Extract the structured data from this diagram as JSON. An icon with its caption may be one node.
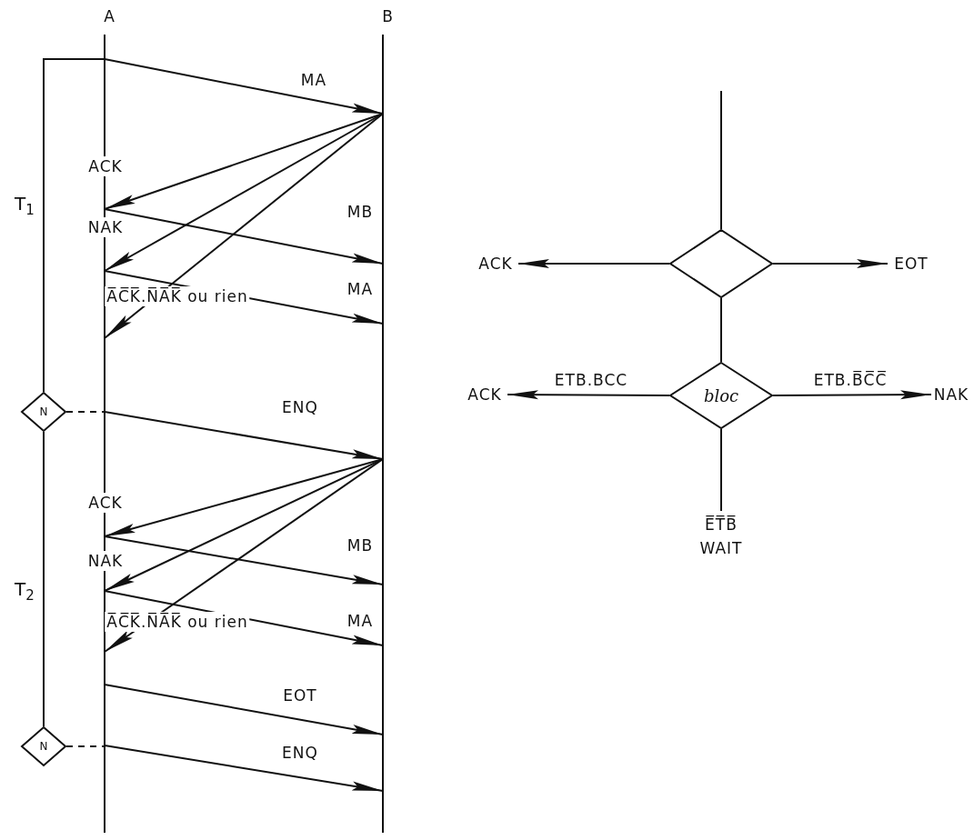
{
  "diagram": {
    "nodes": [
      {
        "text": [
          "A"
        ]
      },
      {
        "text": [
          "B"
        ]
      },
      {
        "text": [
          "N"
        ]
      },
      {
        "text": [
          "N"
        ]
      },
      {
        "text": [],
        "shape": "diamond"
      },
      {
        "text": [
          "ACK"
        ]
      },
      {
        "text": [
          "EOT"
        ]
      },
      {
        "text": [
          "bloc"
        ]
      },
      {
        "text": [
          "ACK"
        ]
      },
      {
        "text": [
          "NAK"
        ]
      },
      {
        "text": [
          "E̅T̅B̅",
          "WAIT"
        ]
      }
    ],
    "edges": [
      {
        "from": 0,
        "to": 1,
        "arrow": "to",
        "label": "MA"
      },
      {
        "from": 1,
        "to": 0,
        "arrow": "to",
        "label": "ACK"
      },
      {
        "from": 1,
        "to": 0,
        "arrow": "to",
        "label": "NAK"
      },
      {
        "from": 1,
        "to": 0,
        "arrow": "to",
        "label": "A̅C̅K̅.N̅A̅K̅ ou rien"
      },
      {
        "from": 0,
        "to": 1,
        "arrow": "to",
        "label": "MB"
      },
      {
        "from": 0,
        "to": 1,
        "arrow": "to",
        "label": "MA"
      },
      {
        "from": 0,
        "to": 1,
        "arrow": "to",
        "label": "ENQ"
      },
      {
        "from": 1,
        "to": 0,
        "arrow": "to",
        "label": "ACK"
      },
      {
        "from": 1,
        "to": 0,
        "arrow": "to",
        "label": "NAK"
      },
      {
        "from": 1,
        "to": 0,
        "arrow": "to",
        "label": "A̅C̅K̅.N̅A̅K̅ ou rien"
      },
      {
        "from": 0,
        "to": 1,
        "arrow": "to",
        "label": "MB"
      },
      {
        "from": 0,
        "to": 1,
        "arrow": "to",
        "label": "MA"
      },
      {
        "from": 0,
        "to": 1,
        "arrow": "to",
        "label": "EOT"
      },
      {
        "from": 0,
        "to": 1,
        "arrow": "to",
        "label": "ENQ"
      },
      {
        "from": 0,
        "to": 2,
        "arrow": "none"
      },
      {
        "from": 2,
        "to": 0,
        "arrow": "none",
        "style": "dashed"
      },
      {
        "from": 2,
        "to": 3,
        "arrow": "none"
      },
      {
        "from": 3,
        "to": 0,
        "arrow": "none",
        "style": "dashed"
      },
      {
        "from": null,
        "to": 4,
        "arrow": "none"
      },
      {
        "from": 4,
        "to": 5,
        "arrow": "to"
      },
      {
        "from": 4,
        "to": 6,
        "arrow": "to"
      },
      {
        "from": 4,
        "to": 7,
        "arrow": "none"
      },
      {
        "from": 7,
        "to": 8,
        "arrow": "to",
        "label": "ETB.BCC"
      },
      {
        "from": 7,
        "to": 9,
        "arrow": "to",
        "label": "ETB.B̅C̅C̅"
      },
      {
        "from": 7,
        "to": 10,
        "arrow": "none"
      }
    ],
    "labels": [
      "T$_{1}$",
      "T$_{2}$"
    ]
  }
}
